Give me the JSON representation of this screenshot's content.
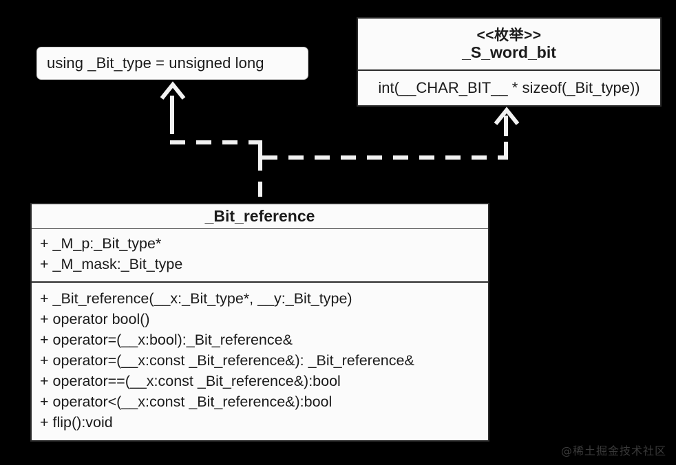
{
  "diagram": {
    "background_color": "#000000",
    "box_fill": "#fbfbfb",
    "line_color": "#f2f2f2",
    "text_color": "#1b1b1b"
  },
  "using_alias": {
    "text": "using _Bit_type = unsigned long"
  },
  "enum_box": {
    "stereotype": "<<枚举>>",
    "title": "_S_word_bit",
    "value": "int(__CHAR_BIT__ * sizeof(_Bit_type))"
  },
  "class_box": {
    "title": "_Bit_reference",
    "attributes": [
      "+ _M_p:_Bit_type*",
      "+ _M_mask:_Bit_type"
    ],
    "methods": [
      "+ _Bit_reference(__x:_Bit_type*, __y:_Bit_type)",
      "+ operator bool()",
      "+ operator=(__x:bool):_Bit_reference&",
      "+ operator=(__x:const _Bit_reference&): _Bit_reference&",
      "+ operator==(__x:const _Bit_reference&):bool",
      "+ operator<(__x:const _Bit_reference&):bool",
      "+ flip():void"
    ]
  },
  "connectors": {
    "left_relation_label": "realization-to-using-alias",
    "right_relation_label": "realization-to-enum"
  },
  "watermark": {
    "text": "@稀土掘金技术社区"
  }
}
